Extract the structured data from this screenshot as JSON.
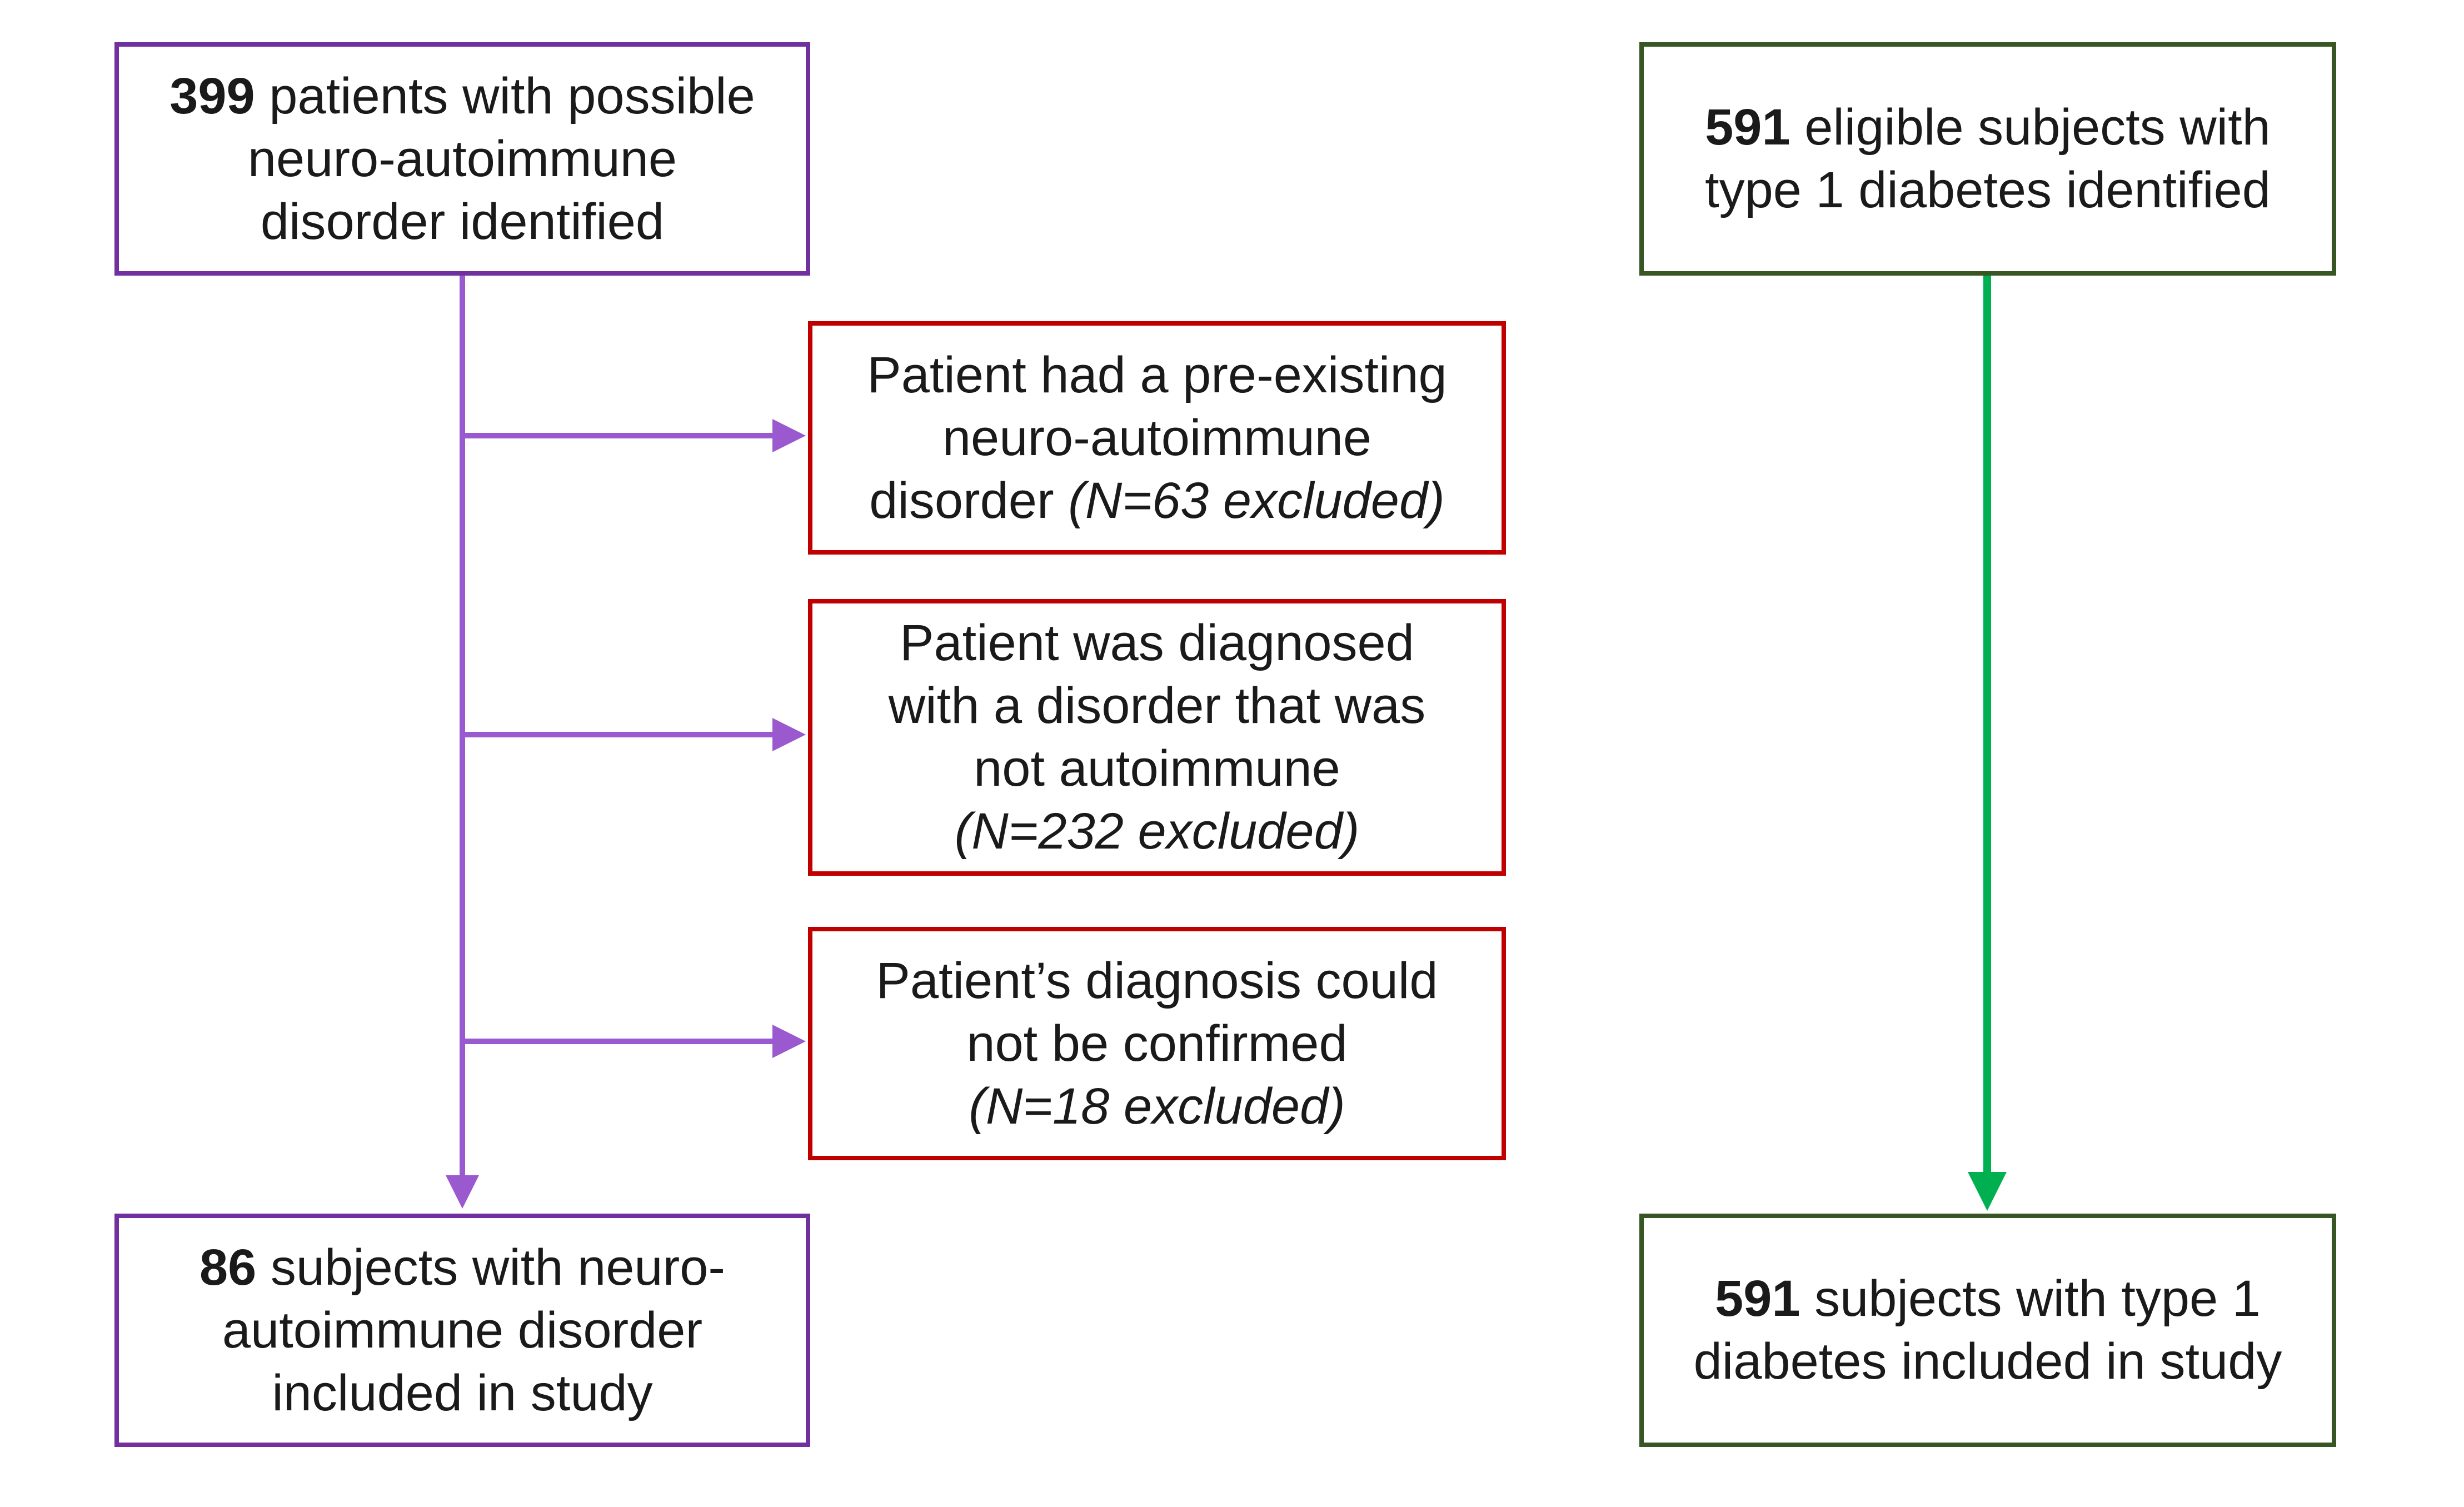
{
  "colors": {
    "left_flow": "#9b59d0",
    "left_box_border": "#7030a0",
    "right_flow": "#00b050",
    "right_box_border": "#375623",
    "exclusion_border": "#c00000"
  },
  "left": {
    "start": {
      "count": "399",
      "lines": [
        " patients with possible",
        "neuro-autoimmune",
        "disorder identified"
      ]
    },
    "end": {
      "count": "86",
      "lines": [
        " subjects with neuro-",
        "autoimmune disorder",
        "included in study"
      ]
    }
  },
  "exclusions": [
    {
      "lines": [
        "Patient had a pre-existing",
        "neuro-autoimmune",
        "disorder "
      ],
      "note": "(N=63 excluded)"
    },
    {
      "lines": [
        "Patient was diagnosed",
        "with a disorder that was",
        "not autoimmune"
      ],
      "note": "(N=232 excluded)"
    },
    {
      "lines": [
        "Patient’s diagnosis could",
        "not be confirmed"
      ],
      "note": "(N=18 excluded)"
    }
  ],
  "right": {
    "start": {
      "count": "591",
      "lines": [
        " eligible subjects with",
        "type 1 diabetes identified"
      ]
    },
    "end": {
      "count": "591",
      "lines": [
        " subjects with type 1",
        "diabetes included in study"
      ]
    }
  }
}
